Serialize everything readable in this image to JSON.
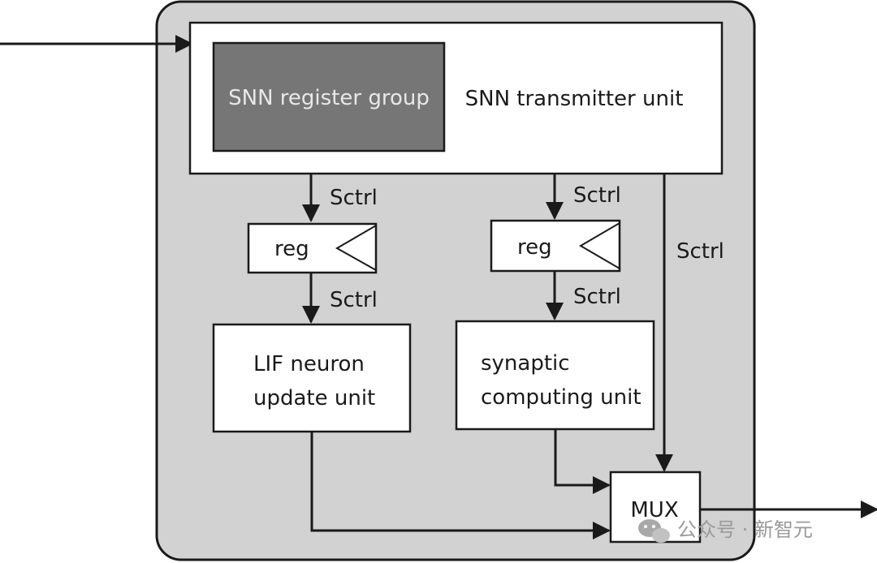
{
  "diagram": {
    "register_group_label": "SNN register group",
    "transmitter_label": "SNN transmitter unit",
    "sctrl": "Sctrl",
    "reg_label": "reg",
    "lif_line1": "LIF neuron",
    "lif_line2": "update unit",
    "syn_line1": "synaptic",
    "syn_line2": "computing unit",
    "mux_label": "MUX"
  },
  "watermark": {
    "text": "公众号 · 新智元"
  },
  "colors": {
    "outer_fill": "#d2d2d2",
    "register_group_fill": "#767676",
    "box_fill": "#ffffff",
    "stroke": "#1a1a1a"
  }
}
